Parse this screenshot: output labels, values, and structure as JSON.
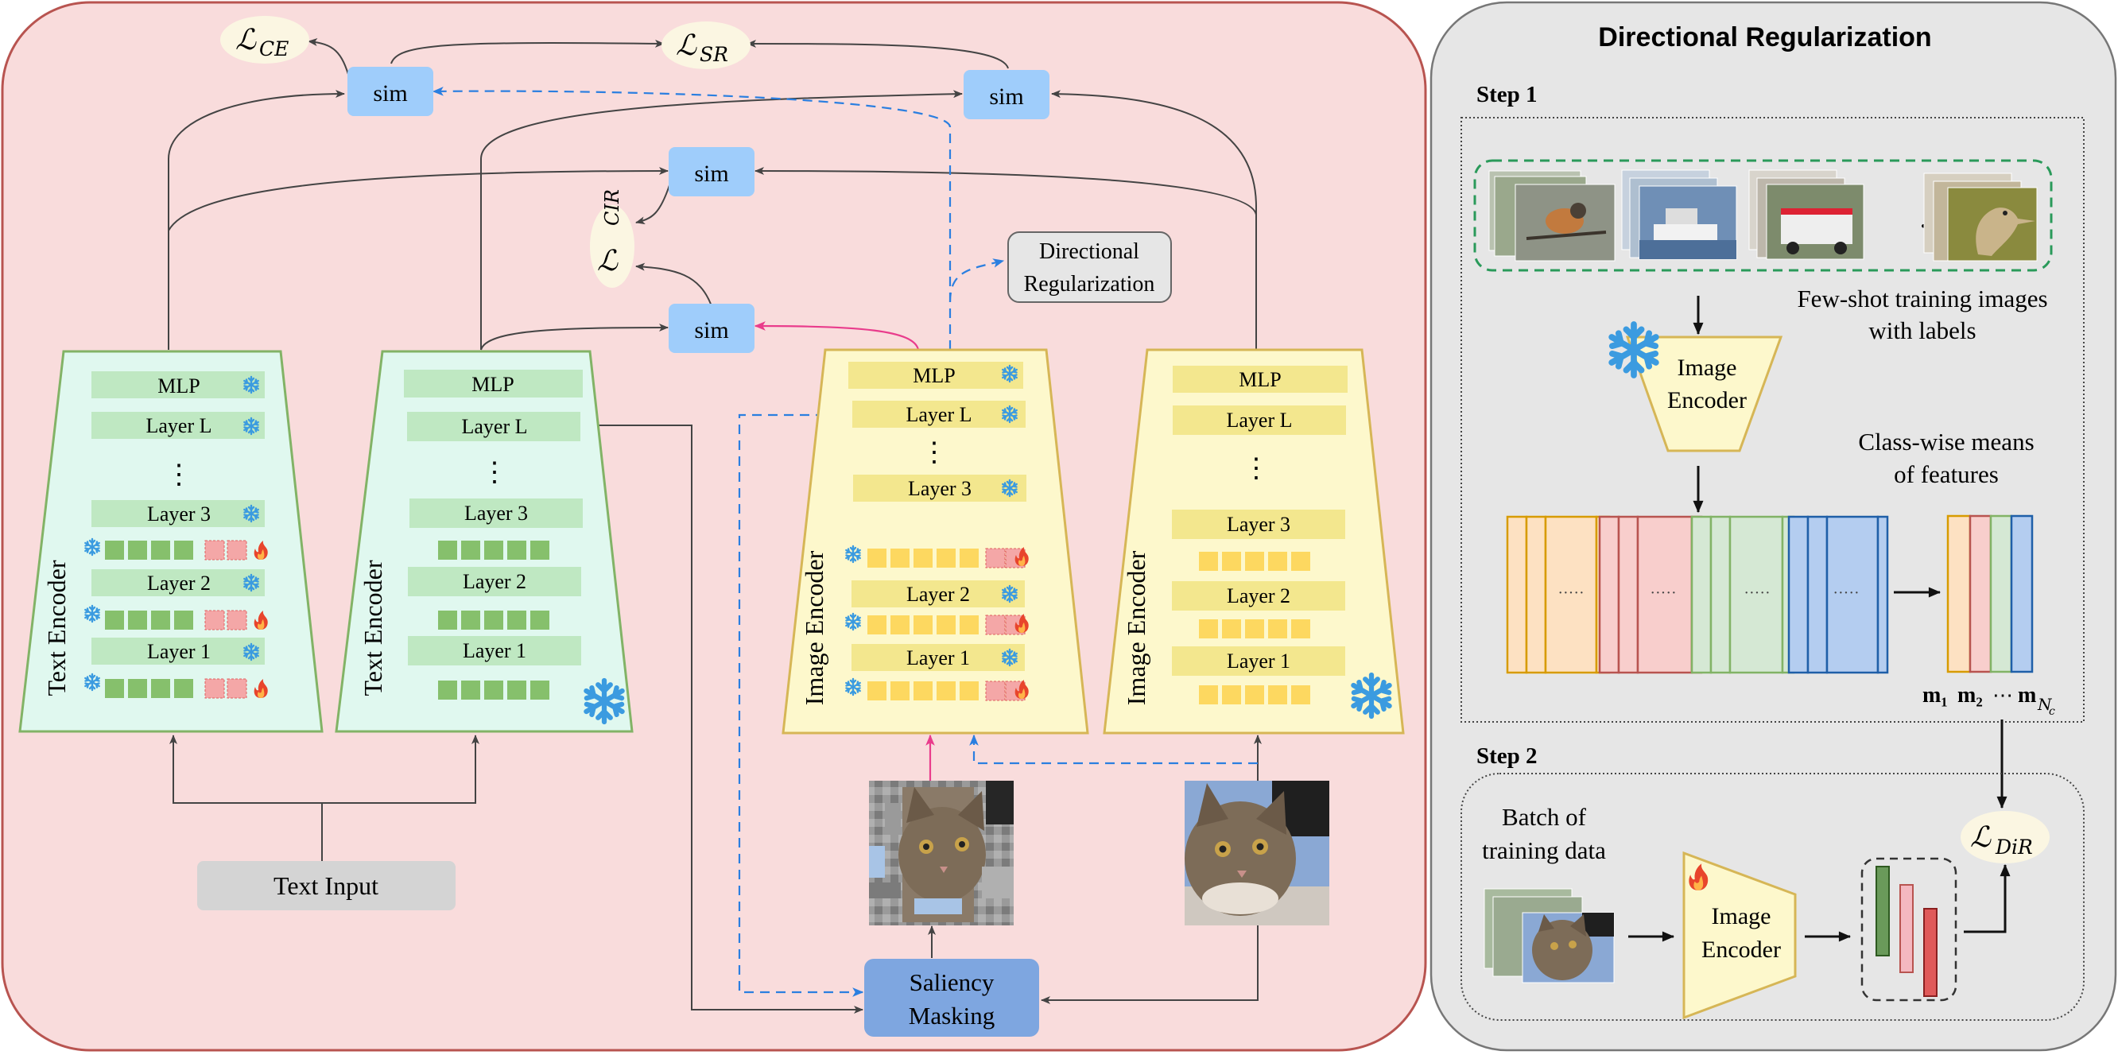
{
  "losses": {
    "ce": {
      "main": "ℒ",
      "sub": "CE"
    },
    "sr": {
      "main": "ℒ",
      "sub": "SR"
    },
    "cir": {
      "main": "ℒ",
      "sub": "CIR"
    },
    "dir": {
      "main": "ℒ",
      "sub": "DiR"
    }
  },
  "sim_label": "sim",
  "text_encoder_1": {
    "title": "Text Encoder",
    "mlp": "MLP",
    "layer_l": "Layer L",
    "dots": "⋮",
    "layer_3": "Layer 3",
    "layer_2": "Layer 2",
    "layer_1": "Layer 1"
  },
  "text_encoder_2": {
    "title": "Text Encoder",
    "mlp": "MLP",
    "layer_l": "Layer L",
    "dots": "⋮",
    "layer_3": "Layer 3",
    "layer_2": "Layer 2",
    "layer_1": "Layer 1"
  },
  "image_encoder_1": {
    "title": "Image Encoder",
    "mlp": "MLP",
    "layer_l": "Layer L",
    "dots": "⋮",
    "layer_3": "Layer 3",
    "layer_2": "Layer 2",
    "layer_1": "Layer 1"
  },
  "image_encoder_2": {
    "title": "Image Encoder",
    "mlp": "MLP",
    "layer_l": "Layer L",
    "dots": "⋮",
    "layer_3": "Layer 3",
    "layer_2": "Layer 2",
    "layer_1": "Layer 1"
  },
  "directional_box": {
    "line1": "Directional",
    "line2": "Regularization"
  },
  "text_input": "Text Input",
  "saliency": {
    "line1": "Saliency",
    "line2": "Masking"
  },
  "right_panel": {
    "title": "Directional Regularization",
    "step1": "Step 1",
    "step2": "Step 2",
    "ellipsis": "…",
    "few_shot_line1": "Few-shot training images",
    "few_shot_line2": "with labels",
    "image_encoder_line1": "Image",
    "image_encoder_line2": "Encoder",
    "class_means_line1": "Class-wise means",
    "class_means_line2": "of features",
    "feature_dots": "·····",
    "means_label": {
      "m1": "m₁",
      "m2": "m₂",
      "dots": "⋯",
      "mnc": "m",
      "mnc_sub": "N",
      "mnc_subsub": "c"
    },
    "batch_line1": "Batch of",
    "batch_line2": "training data",
    "encoder2_line1": "Image",
    "encoder2_line2": "Encoder"
  },
  "colors": {
    "main_panel_bg": "#f9dcdc",
    "main_panel_border": "#b85450",
    "right_panel_bg": "#e6e6e6",
    "text_encoder_fill": "#e0f8ef",
    "text_encoder_border": "#82b366",
    "image_encoder_fill": "#fdf8cc",
    "image_encoder_border": "#d6b656",
    "sim_fill": "#9fcdfb",
    "green_block": "#86c06c",
    "pink_block": "#f4a7a7",
    "yellow_block": "#fdd860",
    "saliency_fill": "#7ea6e0",
    "arrow_pink": "#e93c8c",
    "arrow_blue": "#2b7fe0",
    "dashed_green": "#2a9a5a"
  }
}
